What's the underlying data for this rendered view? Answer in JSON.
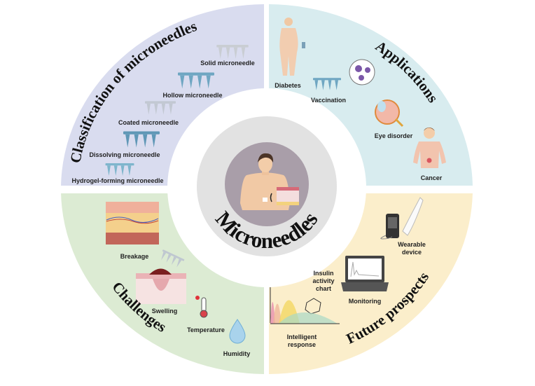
{
  "center": {
    "title": "Microneedles"
  },
  "quadrants": {
    "classification": {
      "title": "Classification of microneedles",
      "color": "#d9dcef",
      "items": [
        "Solid microneedle",
        "Hollow microneedle",
        "Coated microneedle",
        "Dissolving microneedle",
        "Hydrogel-forming microneedle"
      ]
    },
    "applications": {
      "title": "Applications",
      "color": "#d8ecef",
      "items": [
        "Diabetes",
        "Vaccination",
        "Eye disorder",
        "Cancer"
      ]
    },
    "challenges": {
      "title": "Challenges",
      "color": "#dcebd3",
      "items": [
        "Breakage",
        "Swelling",
        "Temperature",
        "Humidity"
      ]
    },
    "future": {
      "title": "Future prospects",
      "color": "#fbeecb",
      "items": [
        "Wearable device",
        "Insulin activity chart",
        "Monitoring",
        "Intelligent response"
      ]
    }
  },
  "colors": {
    "ring": "#e2e2e2",
    "core": "#a99ea9",
    "needle_blue": "#6fa6c2",
    "needle_gray": "#c9cdd3"
  }
}
